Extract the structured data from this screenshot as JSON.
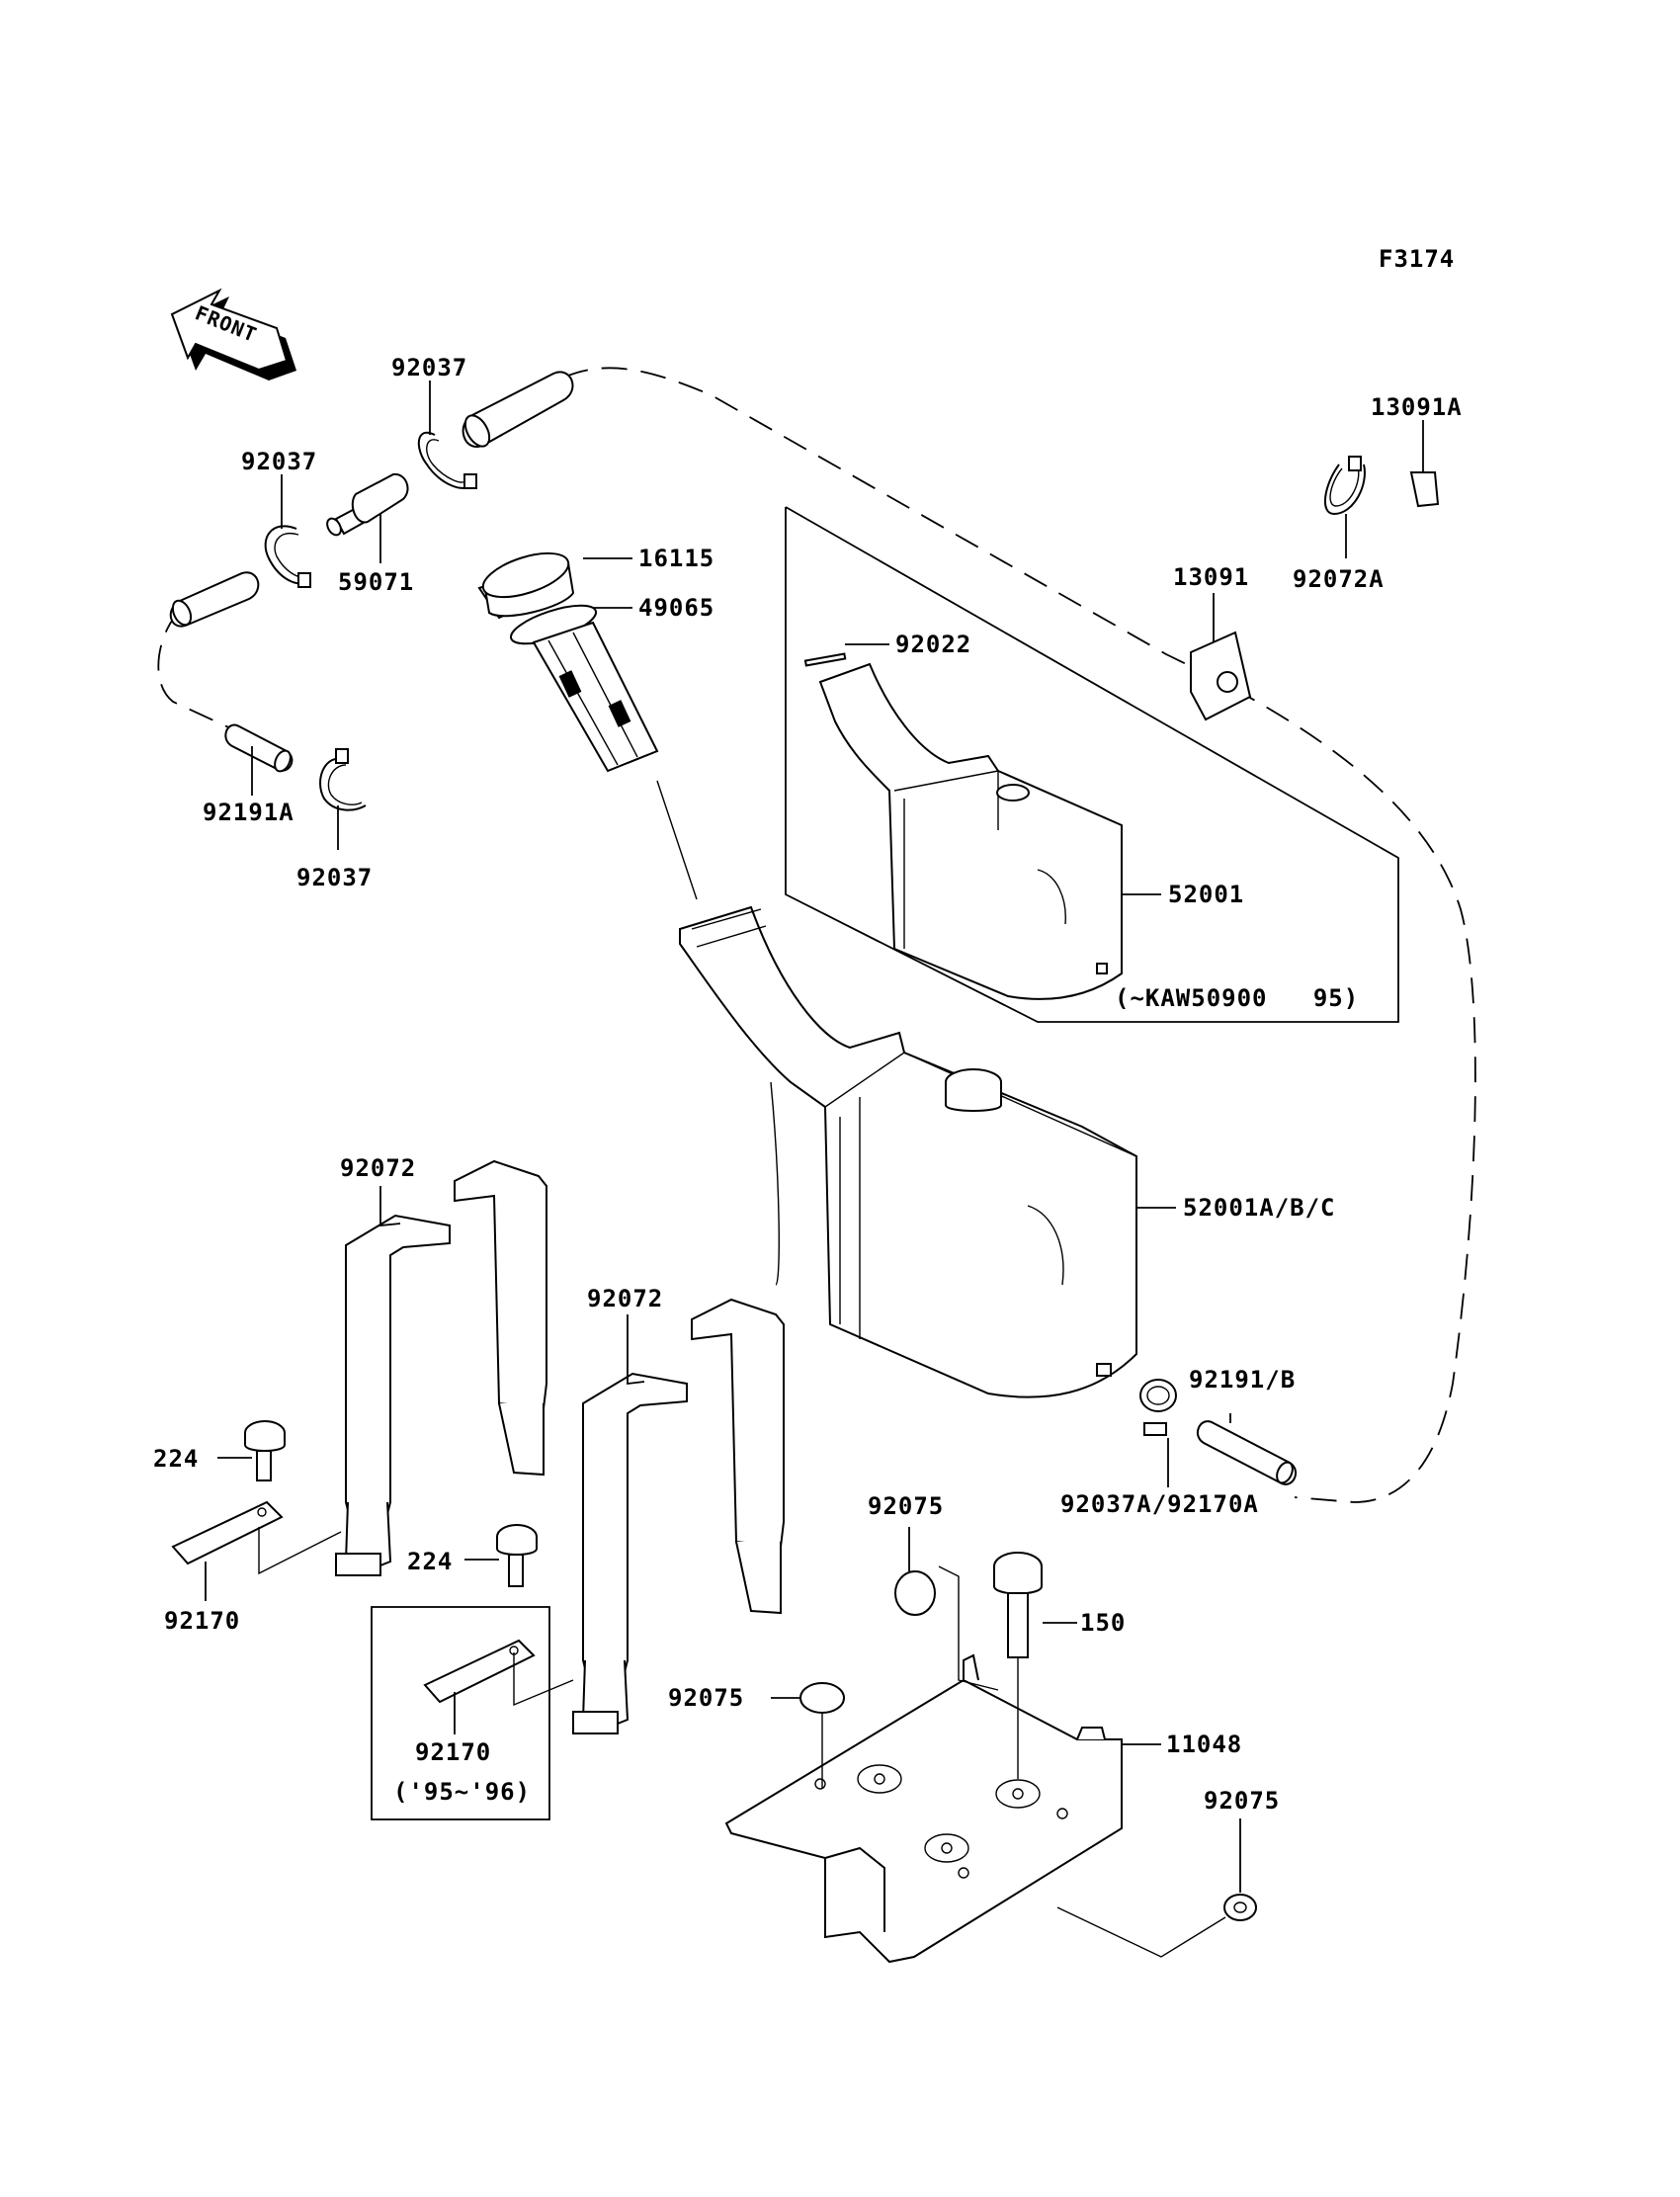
{
  "figure_code": "F3174",
  "front_arrow_text": "FRONT",
  "callouts": {
    "c92037_top": "92037",
    "c92037_left": "92037",
    "c59071": "59071",
    "c16115": "16115",
    "c49065": "49065",
    "c92191A": "92191A",
    "c92037_low": "92037",
    "c13091A": "13091A",
    "c92072A": "92072A",
    "c13091": "13091",
    "c92022": "92022",
    "c52001": "52001",
    "c_kaw": "(~KAW50900   95)",
    "c52001ABC": "52001A/B/C",
    "c92072_left": "92072",
    "c92072_mid": "92072",
    "c224_left": "224",
    "c224_mid": "224",
    "c92170_left": "92170",
    "c92170_box": "92170",
    "c_years": "('95~'96)",
    "c92191B": "92191/B",
    "c92037A": "92037A/92170A",
    "c92075_top": "92075",
    "c150": "150",
    "c92075_mid": "92075",
    "c11048": "11048",
    "c92075_right": "92075"
  }
}
